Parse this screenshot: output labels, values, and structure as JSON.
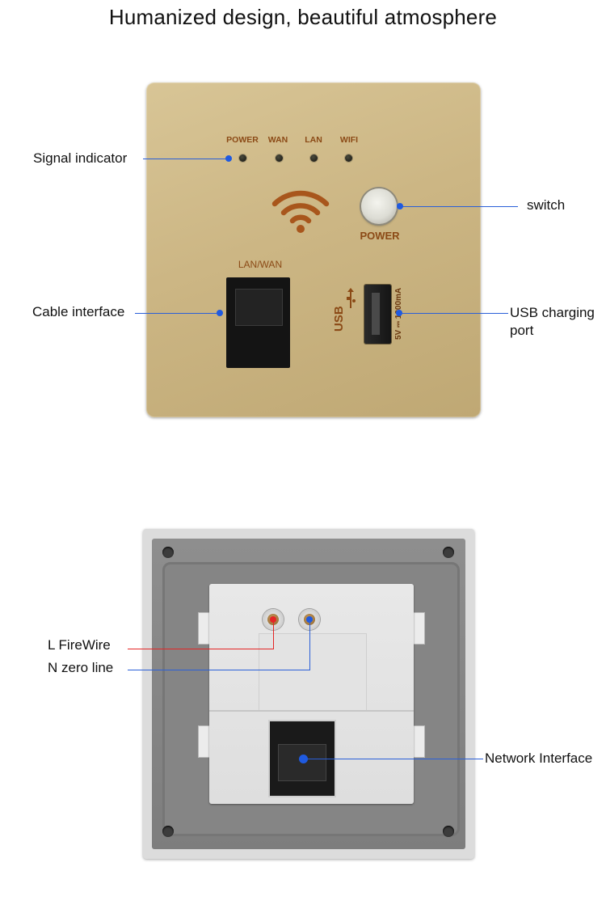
{
  "title": "Humanized design, beautiful atmosphere",
  "front": {
    "indicators": [
      {
        "label": "POWER"
      },
      {
        "label": "WAN"
      },
      {
        "label": "LAN"
      },
      {
        "label": "WIFI"
      }
    ],
    "power_button_label": "POWER",
    "lan_wan_label": "LAN/WAN",
    "usb_logo": "USB",
    "usb_spec": "5V ⎓ 1000mA"
  },
  "callouts": {
    "signal_indicator": "Signal indicator",
    "switch": "switch",
    "cable_interface": "Cable interface",
    "usb_charging_port_line1": "USB charging",
    "usb_charging_port_line2": "port",
    "l_firewire": "L FireWire",
    "n_zero_line": "N zero line",
    "network_interface": "Network Interface"
  },
  "colors": {
    "panel_gold": "#ccb684",
    "label_brown": "#8b4a16",
    "callout_blue": "#1f5ae0",
    "live_red": "#e42525"
  },
  "icons": [
    "wifi-icon",
    "usb-icon"
  ]
}
